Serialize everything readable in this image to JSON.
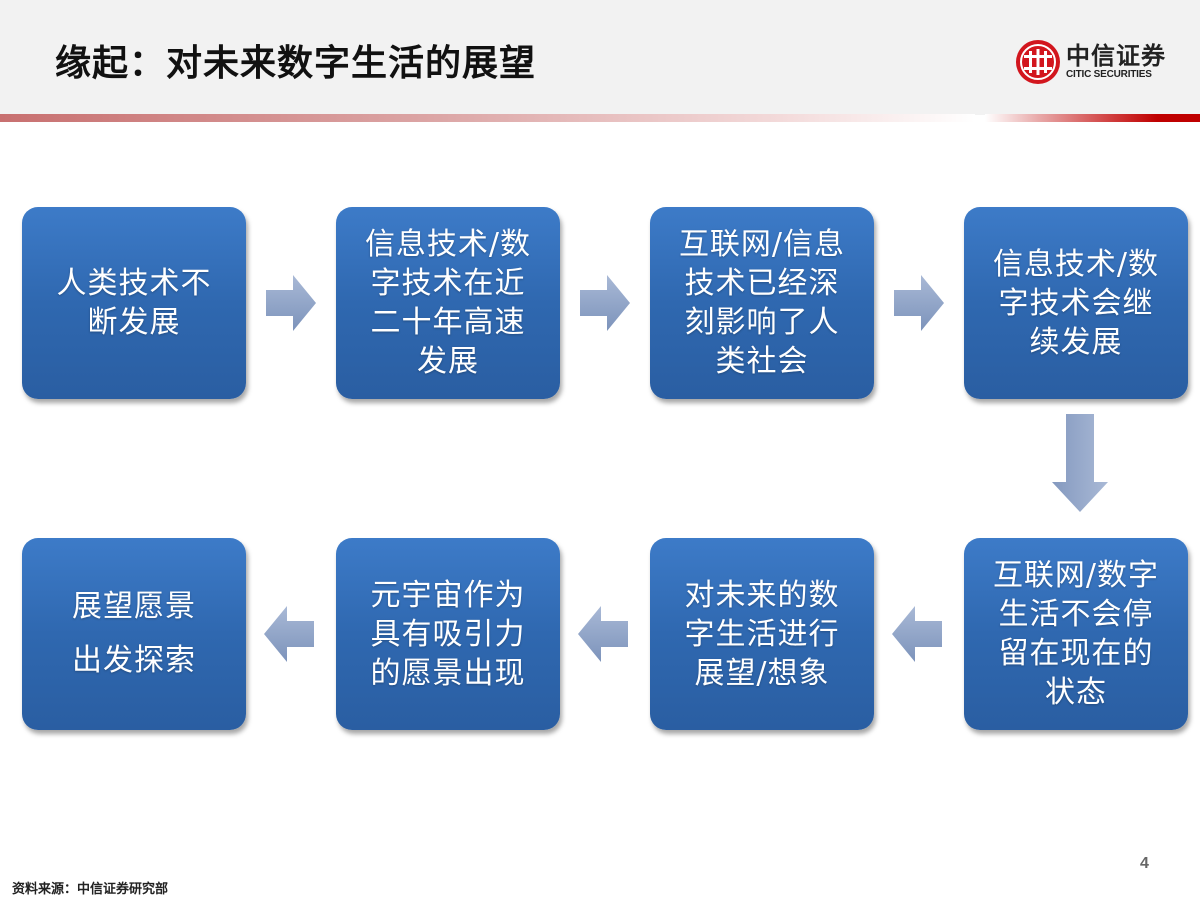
{
  "header": {
    "title": "缘起：对未来数字生活的展望",
    "logo": {
      "cn": "中信证券",
      "en": "CITIC SECURITIES",
      "icon": "citic-logo-icon",
      "color": "#d2161e"
    }
  },
  "colors": {
    "box_top": "#3d7bc8",
    "box_bottom": "#2a5ea2",
    "arrow": "#8fa3c6",
    "accent_red": "#bf0000"
  },
  "flow": {
    "row1": [
      {
        "lines": [
          "人类技术不",
          "断发展"
        ]
      },
      {
        "lines": [
          "信息技术/数",
          "字技术在近",
          "二十年高速",
          "发展"
        ]
      },
      {
        "lines": [
          "互联网/信息",
          "技术已经深",
          "刻影响了人",
          "类社会"
        ]
      },
      {
        "lines": [
          "信息技术/数",
          "字技术会继",
          "续发展"
        ]
      }
    ],
    "row2": [
      {
        "lines": [
          "展望愿景",
          "出发探索"
        ]
      },
      {
        "lines": [
          "元宇宙作为",
          "具有吸引力",
          "的愿景出现"
        ]
      },
      {
        "lines": [
          "对未来的数",
          "字生活进行",
          "展望/想象"
        ]
      },
      {
        "lines": [
          "互联网/数字",
          "生活不会停",
          "留在现在的",
          "状态"
        ]
      }
    ],
    "arrows": {
      "row1": "arrow-right-icon",
      "down": "arrow-down-icon",
      "row2": "arrow-left-icon"
    }
  },
  "footer": {
    "source": "资料来源：中信证券研究部",
    "page": "4"
  }
}
